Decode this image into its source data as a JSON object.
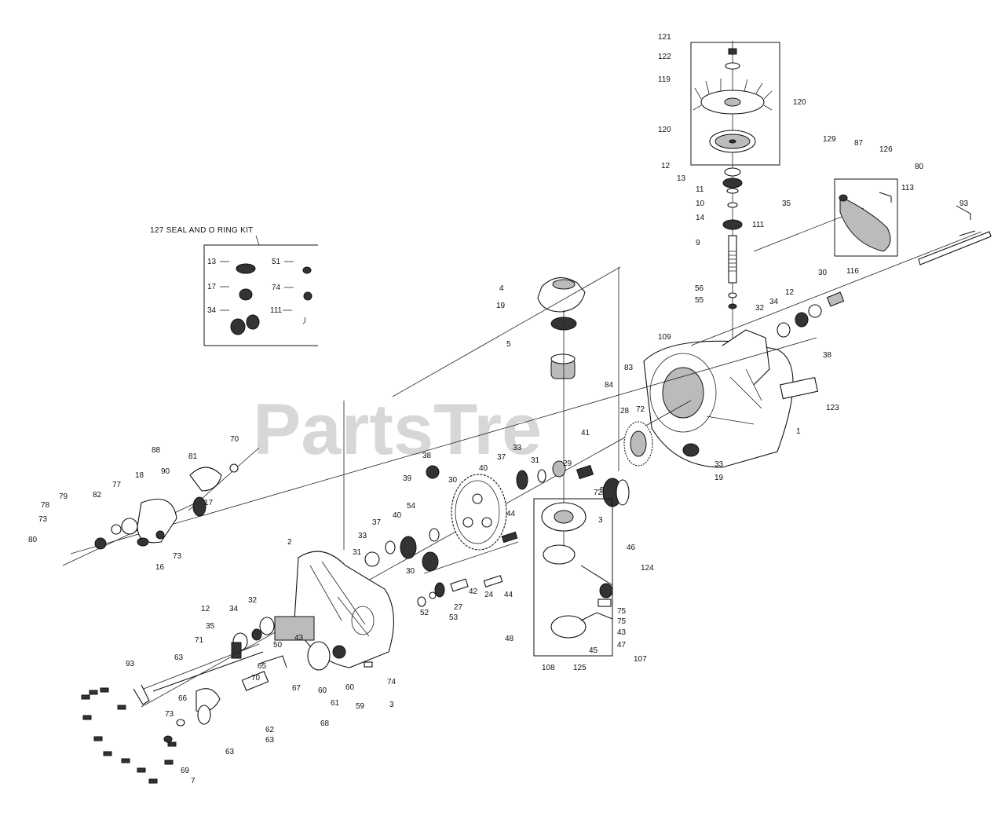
{
  "watermark": "PartsTre",
  "seal_kit": {
    "title": "127  SEAL AND O RING KIT",
    "labels": [
      "13",
      "51",
      "17",
      "74",
      "34",
      "111"
    ]
  },
  "part_labels": [
    "121",
    "122",
    "119",
    "120",
    "120",
    "12",
    "13",
    "11",
    "10",
    "14",
    "9",
    "111",
    "35",
    "129",
    "87",
    "126",
    "80",
    "113",
    "93",
    "116",
    "56",
    "55",
    "30",
    "12",
    "34",
    "32",
    "109",
    "4",
    "19",
    "5",
    "83",
    "84",
    "72",
    "28",
    "1",
    "38",
    "123",
    "33",
    "19",
    "70",
    "88",
    "81",
    "90",
    "18",
    "77",
    "82",
    "79",
    "78",
    "73",
    "80",
    "17",
    "16",
    "73",
    "38",
    "39",
    "30",
    "40",
    "37",
    "33",
    "31",
    "29",
    "41",
    "54",
    "37",
    "40",
    "44",
    "33",
    "31",
    "30",
    "72",
    "3",
    "5",
    "46",
    "124",
    "75",
    "75",
    "43",
    "47",
    "107",
    "45",
    "125",
    "108",
    "48",
    "42",
    "24",
    "44",
    "27",
    "53",
    "52",
    "2",
    "12",
    "34",
    "32",
    "35",
    "71",
    "63",
    "65",
    "50",
    "43",
    "70",
    "67",
    "60",
    "61",
    "59",
    "60",
    "3",
    "74",
    "93",
    "66",
    "73",
    "68",
    "62",
    "63",
    "69",
    "7",
    "63"
  ]
}
